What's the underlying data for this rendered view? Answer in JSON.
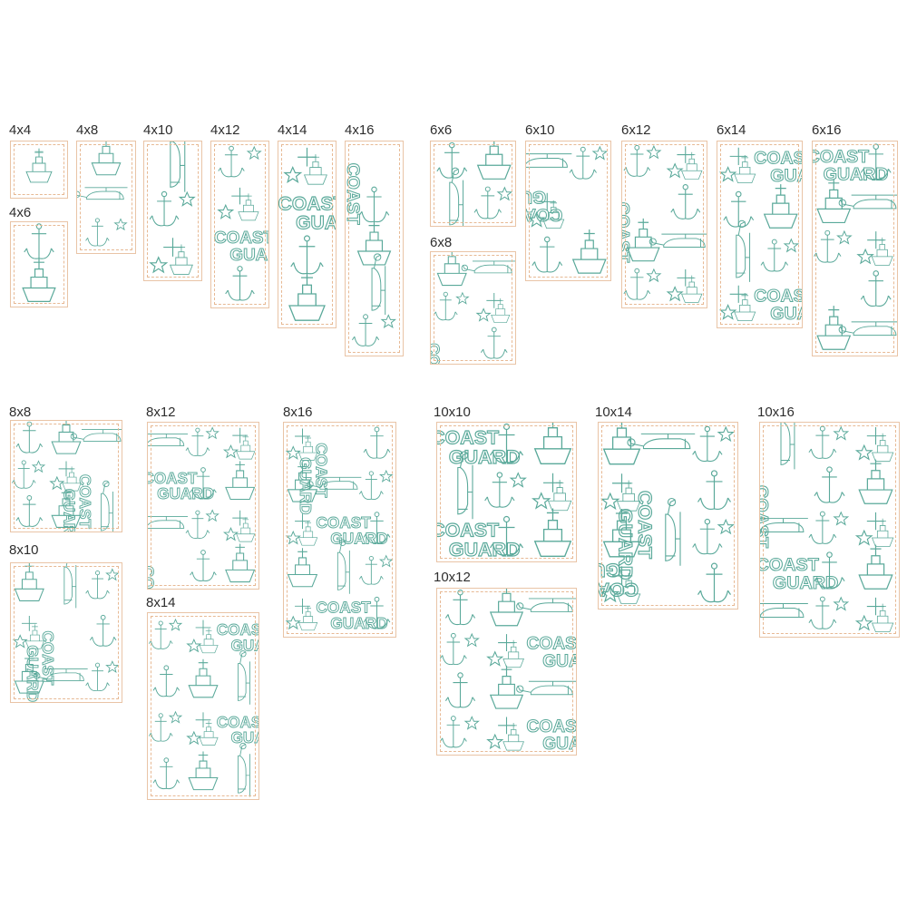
{
  "design_color": "#5aa99a",
  "border_color": "#e9c4a6",
  "motif_word_1": "COAST",
  "motif_word_2": "GUARD",
  "sizes": [
    {
      "label": "4x4"
    },
    {
      "label": "4x6"
    },
    {
      "label": "4x8"
    },
    {
      "label": "4x10"
    },
    {
      "label": "4x12"
    },
    {
      "label": "4x14"
    },
    {
      "label": "4x16"
    },
    {
      "label": "6x6"
    },
    {
      "label": "6x8"
    },
    {
      "label": "6x10"
    },
    {
      "label": "6x12"
    },
    {
      "label": "6x14"
    },
    {
      "label": "6x16"
    },
    {
      "label": "8x8"
    },
    {
      "label": "8x10"
    },
    {
      "label": "8x12"
    },
    {
      "label": "8x14"
    },
    {
      "label": "8x16"
    },
    {
      "label": "10x10"
    },
    {
      "label": "10x12"
    },
    {
      "label": "10x14"
    },
    {
      "label": "10x16"
    }
  ]
}
